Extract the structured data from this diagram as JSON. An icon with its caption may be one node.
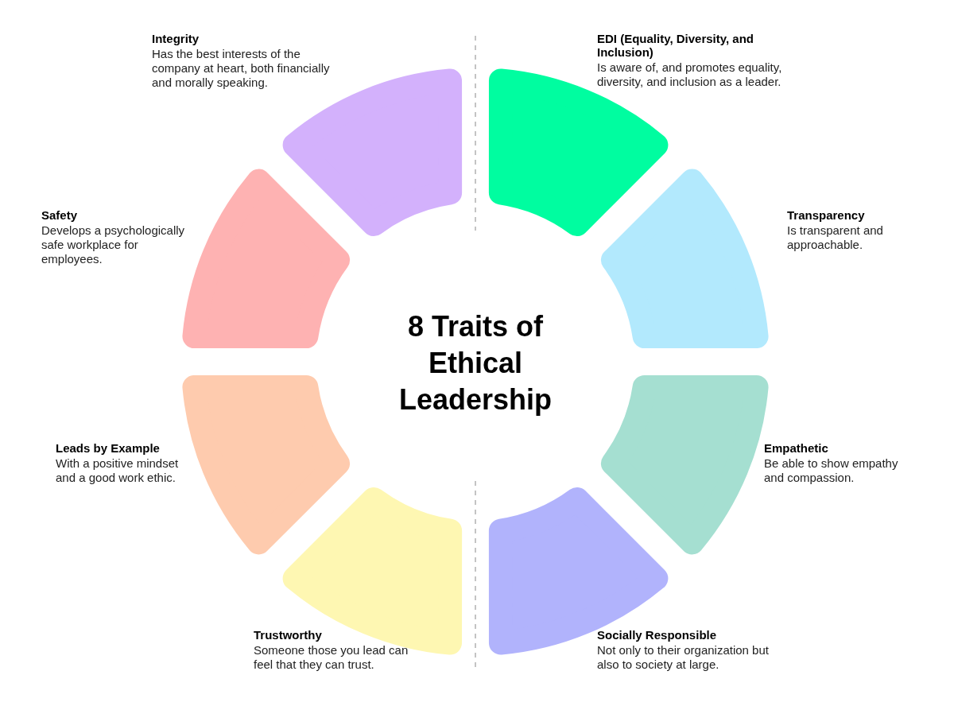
{
  "diagram": {
    "title": "8 Traits of Ethical Leadership",
    "nodes": [
      {
        "text": [
          "Integrity",
          "Has the best interests of the company at heart, both financially and morally speaking."
        ]
      },
      {
        "text": [
          "EDI (Equality, Diversity, and Inclusion)",
          "Is aware of, and promotes equality, diversity, and inclusion as a leader."
        ]
      },
      {
        "text": [
          "Safety",
          "Develops a psychologically safe workplace for employees."
        ]
      },
      {
        "text": [
          "Transparency",
          "Is transparent and approachable."
        ]
      },
      {
        "text": [
          "Leads by Example",
          "With a positive mindset and a good work ethic."
        ]
      },
      {
        "text": [
          "Empathetic",
          "Be able to show empathy and compassion."
        ]
      },
      {
        "text": [
          "Trustworthy",
          "Someone those you lead can feel that they can trust."
        ]
      },
      {
        "text": [
          "Socially Responsible",
          "Not only to their organization but also to society at large."
        ]
      }
    ]
  }
}
